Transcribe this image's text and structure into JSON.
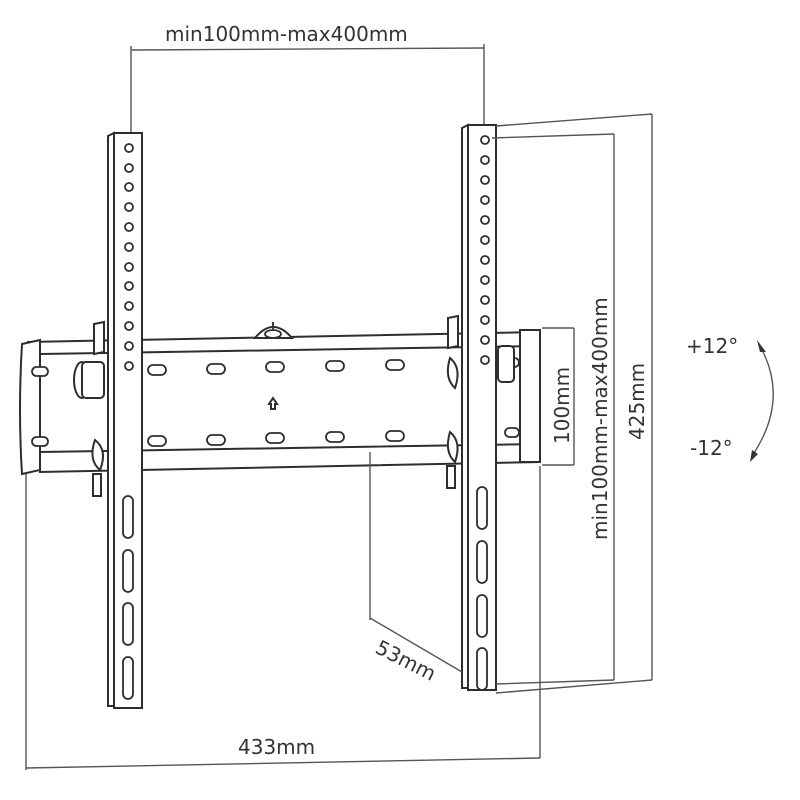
{
  "diagram": {
    "subject": "Tilting TV wall mount bracket",
    "line_color": "#333333",
    "background": "#ffffff"
  },
  "dimensions": {
    "top_width": "min100mm-max400mm",
    "rail_height": "100mm",
    "vertical_span": "min100mm-max400mm",
    "total_height": "425mm",
    "depth": "53mm",
    "total_width": "433mm"
  },
  "tilt": {
    "up": "+12°",
    "down": "-12°"
  }
}
